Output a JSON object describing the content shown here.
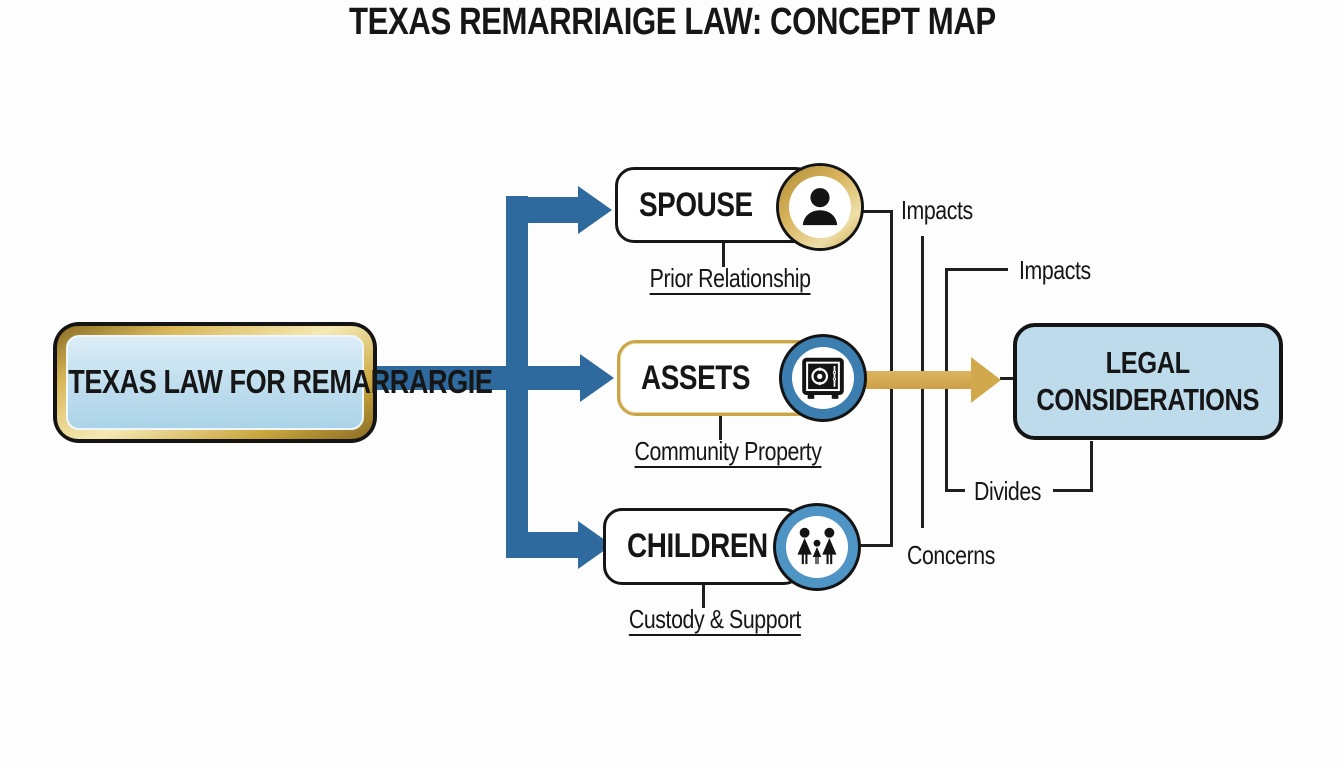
{
  "title": "TEXAS REMARRIAIGE LAW: CONCEPT MAP",
  "root_node": {
    "label": "TEXAS LAW FOR REMARRARGIE"
  },
  "nodes": [
    {
      "label": "SPOUSE",
      "sublabel": "Prior Relationship",
      "icon": "person-icon"
    },
    {
      "label": "ASSETS",
      "sublabel": "Community Property",
      "icon": "safe-icon"
    },
    {
      "label": "CHILDREN",
      "sublabel": "Custody & Support",
      "icon": "family-icon"
    }
  ],
  "target_node": {
    "label": "LEGAL CONSIDERATIONS"
  },
  "edge_labels": {
    "spouse_edge": "Impacts",
    "top_right_edge": "Impacts",
    "divides_edge": "Divides",
    "children_edge": "Concerns"
  },
  "colors": {
    "branch_blue": "#2e6a9e",
    "arrow_gold": "#d2a84d",
    "node_fill_light_blue": "#bddbeb",
    "gold_border": "#c9a546",
    "ring_gold": "#d8b35c",
    "ring_blue_assets": "#3d7eb0",
    "ring_blue_children": "#4e94c4",
    "line_black": "#1f1f1f"
  }
}
